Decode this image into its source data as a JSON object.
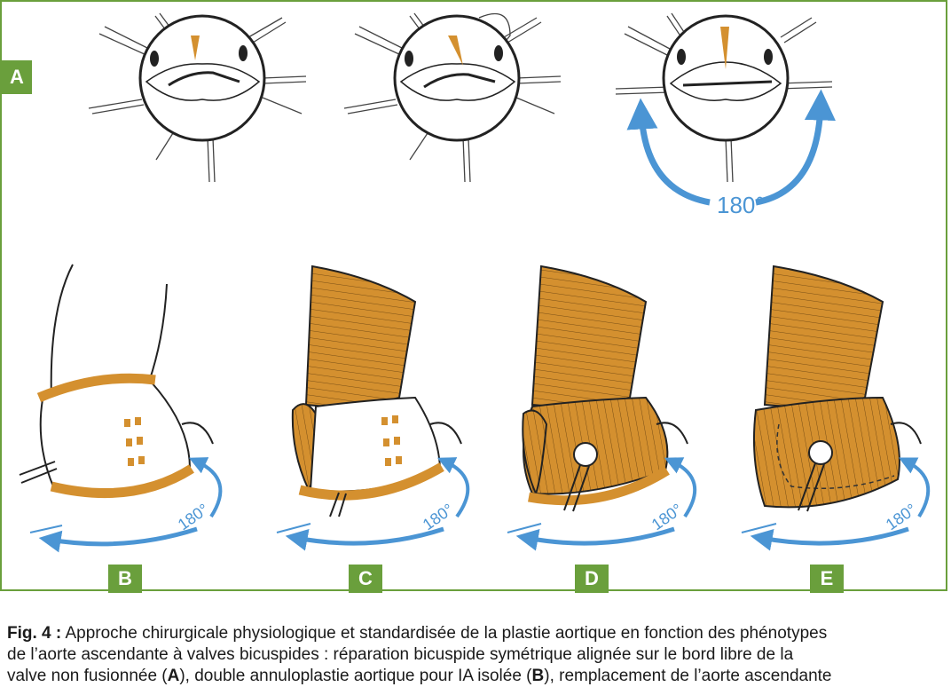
{
  "labels": {
    "a": "A",
    "b": "B",
    "c": "C",
    "d": "D",
    "e": "E"
  },
  "degrees": {
    "top": "180°",
    "b": "180°",
    "c": "180°",
    "d": "180°",
    "e": "180°"
  },
  "caption": {
    "lead": "Fig. 4 :",
    "line1": " Approche chirurgicale physiologique et standardisée de la plastie aortique en fonction des phénotypes",
    "line2": "de l’aorte ascendante à valves bicuspides : réparation bicuspide symétrique alignée sur le bord libre de la",
    "line3_a": "valve non fusionnée (",
    "line3_b": "A",
    "line3_c": "), double annuloplastie aortique pour IA isolée (",
    "line3_d": "B",
    "line3_e": "), remplacement de l’aorte ascendante"
  },
  "colors": {
    "frame": "#6a9f3c",
    "graft": "#d4902f",
    "arrow": "#4b95d4",
    "ink": "#222222"
  }
}
